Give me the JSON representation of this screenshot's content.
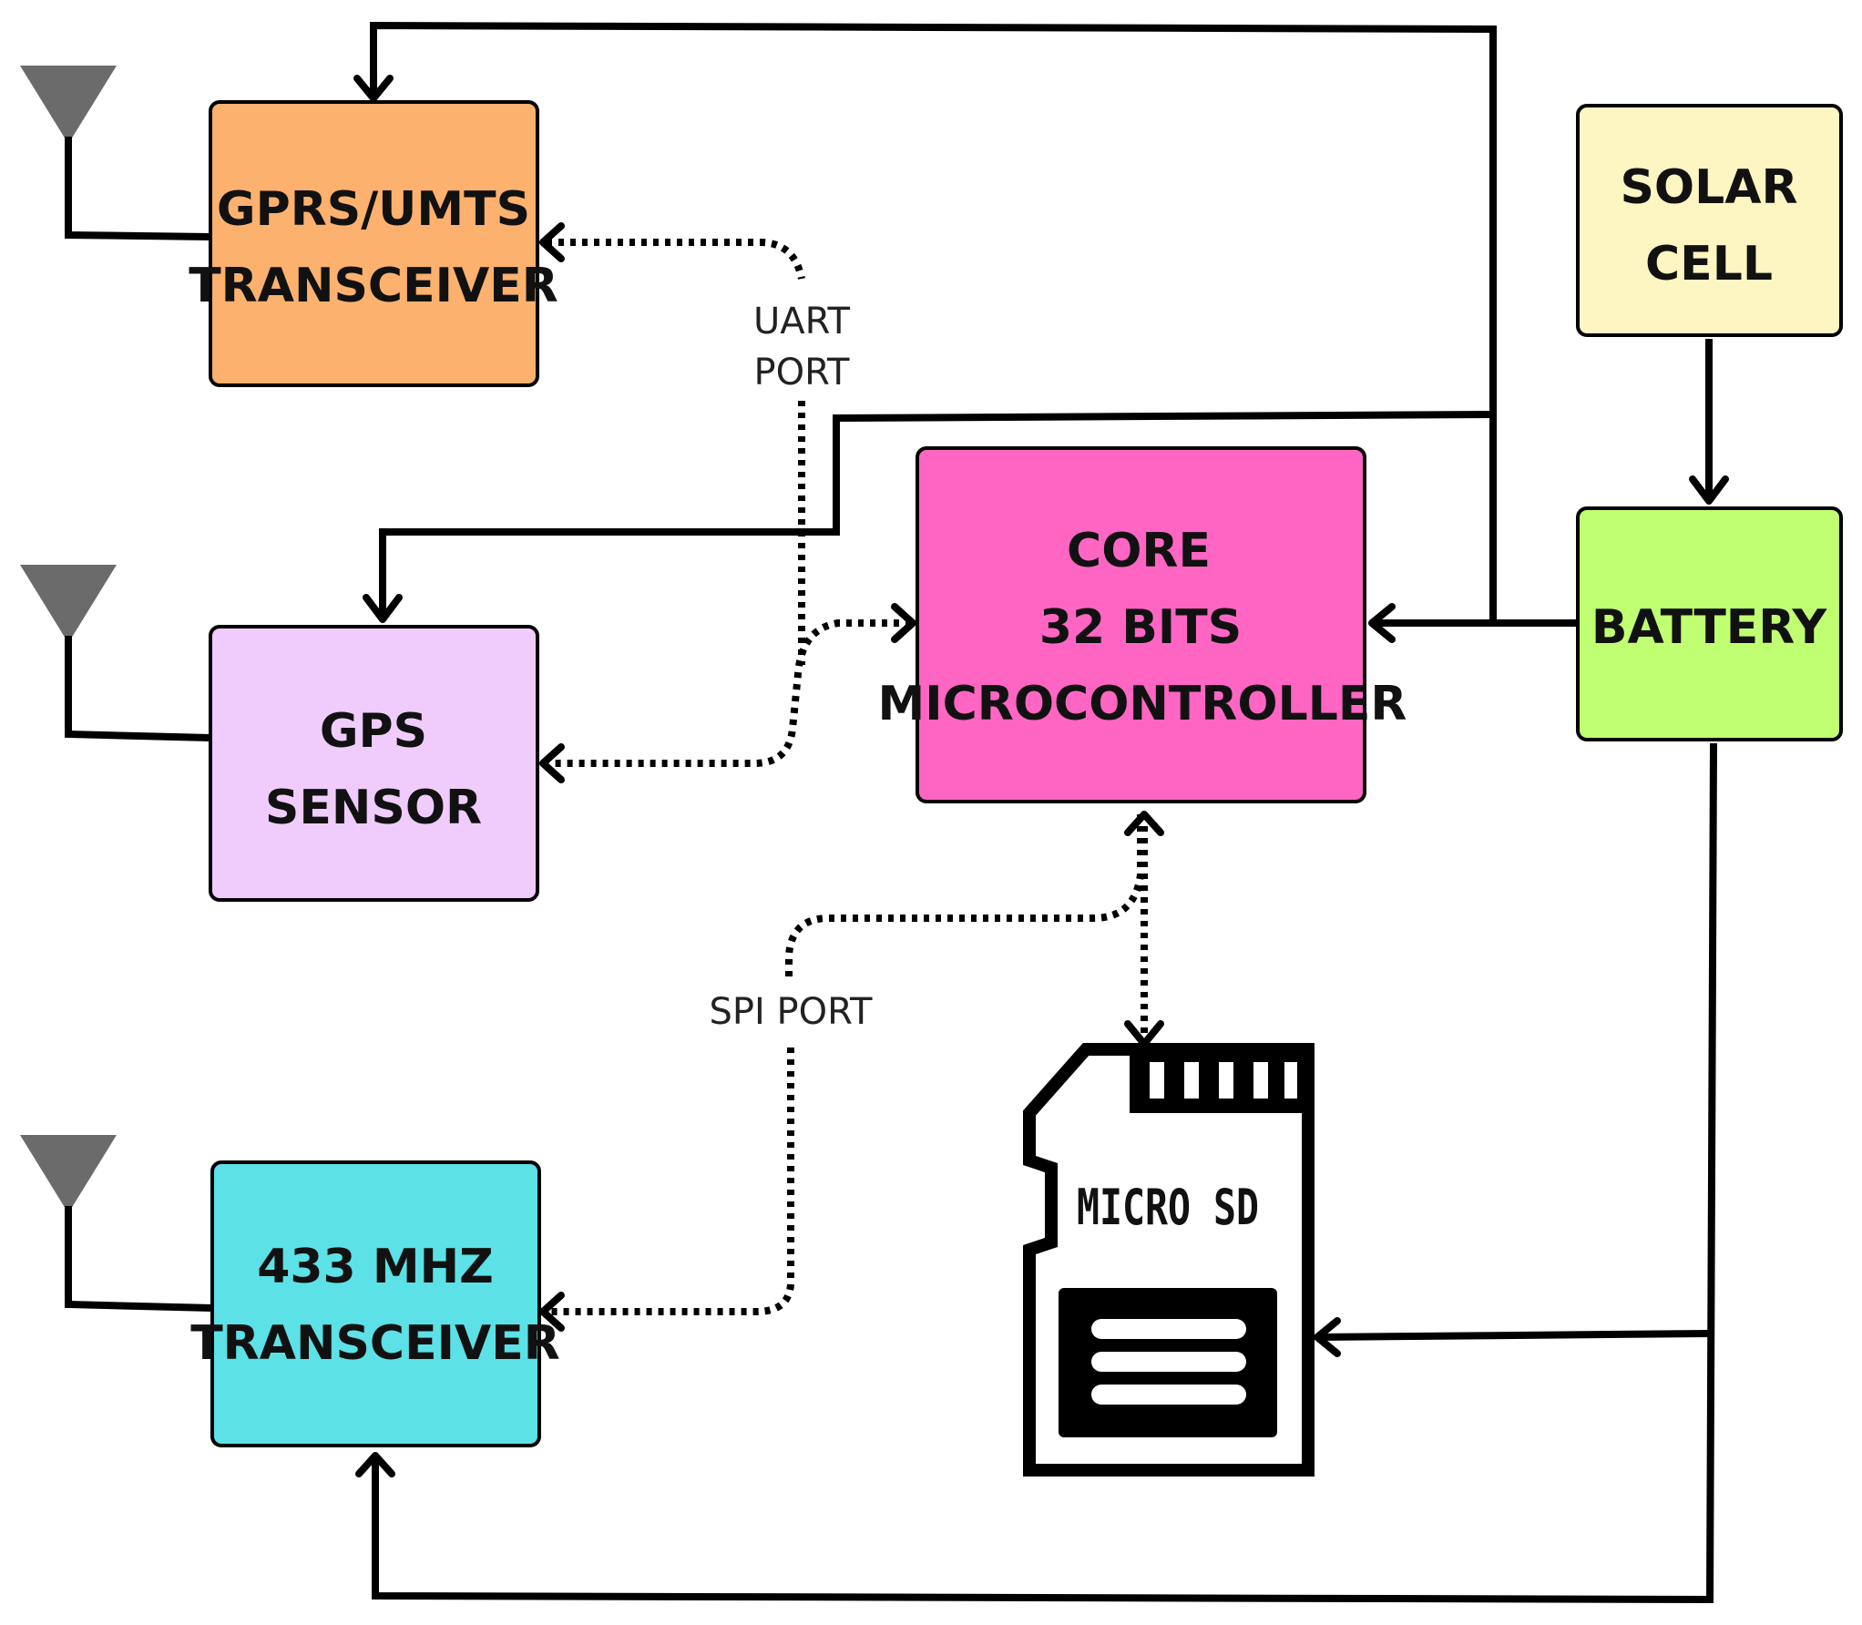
{
  "blocks": {
    "gprs": {
      "line1": "GPRS/UMTS",
      "line2": "TRANSCEIVER",
      "color": "#FDB16E"
    },
    "gps": {
      "line1": "GPS",
      "line2": "SENSOR",
      "color": "#F0CCFD"
    },
    "radio433": {
      "line1": "433 MHZ",
      "line2": "TRANSCEIVER",
      "color": "#5CE1E6"
    },
    "core": {
      "line1": "CORE",
      "line2": "32 BITS",
      "line3": "MICROCONTROLLER",
      "color": "#FF66C4"
    },
    "solar": {
      "line1": "SOLAR",
      "line2": "CELL",
      "color": "#FDF5C2"
    },
    "battery": {
      "line1": "BATTERY",
      "color": "#C1FF72"
    }
  },
  "ports": {
    "uart_line1": "UART",
    "uart_line2": "PORT",
    "spi": "SPI PORT"
  },
  "microsd": {
    "label": "MICRO SD"
  },
  "icons": [
    "antenna-icon",
    "microsd-card-icon",
    "arrow-head-icon"
  ]
}
